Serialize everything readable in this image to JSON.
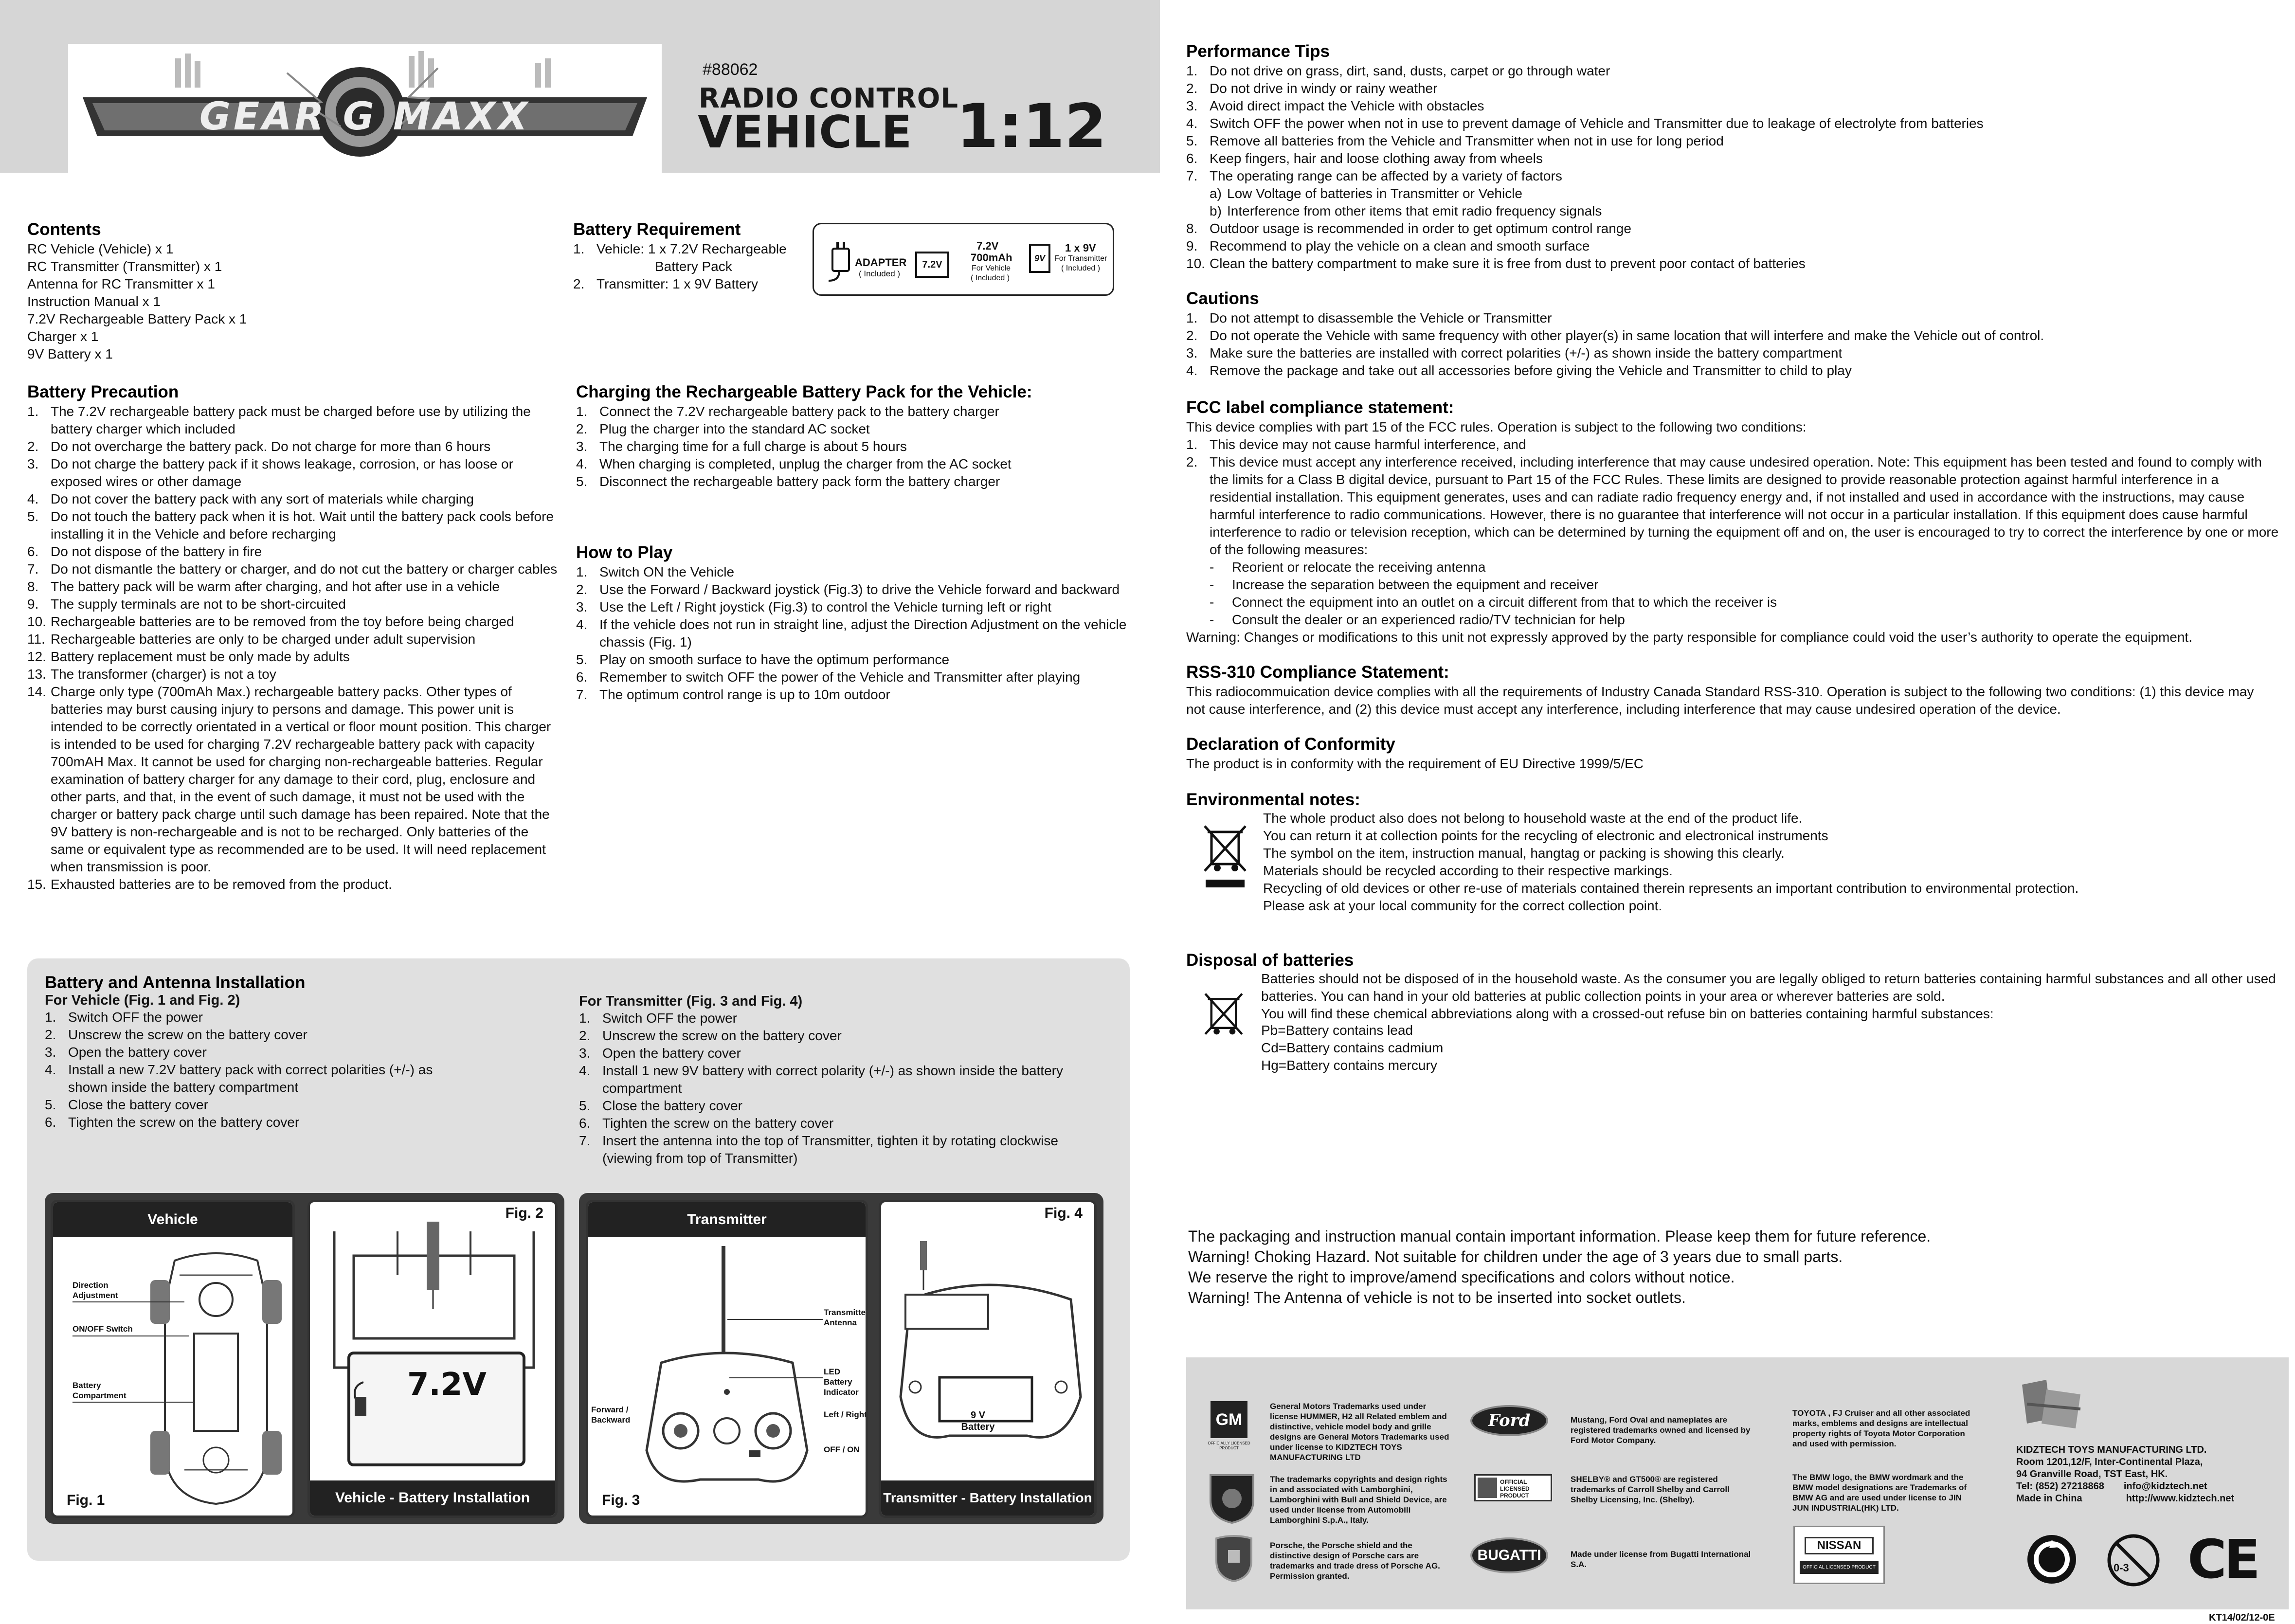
{
  "header": {
    "model_no": "#88062",
    "title_line1": "RADIO CONTROL",
    "title_line2": "VEHICLE",
    "scale": "1:12",
    "logo_text": "GEAR G MAXX"
  },
  "contents": {
    "heading": "Contents",
    "items": [
      "RC Vehicle (Vehicle) x 1",
      "RC Transmitter (Transmitter) x 1",
      "Antenna for RC Transmitter x 1",
      "Instruction Manual x 1",
      "7.2V Rechargeable Battery Pack x 1",
      "Charger x 1",
      "9V Battery x 1"
    ]
  },
  "battery_requirement": {
    "heading": "Battery Requirement",
    "items": [
      {
        "n": "1.",
        "text": "Vehicle: 1 x 7.2V Rechargeable",
        "cont": "Battery Pack"
      },
      {
        "n": "2.",
        "text": "Transmitter: 1 x 9V Battery",
        "cont": ""
      }
    ],
    "adapter_label": "ADAPTER",
    "adapter_note": "( Included )",
    "pack_label": "7.2V",
    "pack_v": "7.2V",
    "pack_mah": "700mAh",
    "pack_for": "For Vehicle",
    "pack_note": "( Included )",
    "nine_label": "9V",
    "nine_qty": "1 x 9V",
    "nine_for": "For Transmitter",
    "nine_note": "( Included )"
  },
  "battery_precaution": {
    "heading": "Battery Precaution",
    "items": [
      {
        "n": "1.",
        "t": "The 7.2V rechargeable battery pack must be charged before use by utilizing the battery charger which included"
      },
      {
        "n": "2.",
        "t": "Do not overcharge the battery pack. Do not charge for more than 6 hours"
      },
      {
        "n": "3.",
        "t": "Do not charge the battery pack if it shows leakage, corrosion, or has loose or exposed wires or other damage"
      },
      {
        "n": "4.",
        "t": "Do not cover the battery pack with any sort of materials while charging"
      },
      {
        "n": "5.",
        "t": "Do not touch the battery pack when it is hot. Wait until the battery pack cools before installing it in the Vehicle and before recharging"
      },
      {
        "n": "6.",
        "t": "Do not dispose of the battery in fire"
      },
      {
        "n": "7.",
        "t": "Do not dismantle the battery or charger, and do not cut the battery or charger cables"
      },
      {
        "n": "8.",
        "t": "The battery pack will be warm after charging, and hot after use in a vehicle"
      },
      {
        "n": "9.",
        "t": "The supply terminals are not to be short-circuited"
      },
      {
        "n": "10.",
        "t": "Rechargeable batteries are to be removed from the toy before being charged"
      },
      {
        "n": "11.",
        "t": "Rechargeable batteries are only to be charged under adult supervision"
      },
      {
        "n": "12.",
        "t": "Battery replacement must be only made by adults"
      },
      {
        "n": "13.",
        "t": "The transformer (charger) is not a toy"
      },
      {
        "n": "14.",
        "t": "Charge only type (700mAh Max.) rechargeable battery packs. Other types of batteries may burst causing injury to persons and damage. This power unit is intended to be correctly orientated in a vertical or floor mount position. This charger is intended to be used for charging 7.2V rechargeable battery pack with capacity 700mAH Max. It cannot be used for charging non-rechargeable batteries. Regular examination of battery charger for any damage to their cord, plug, enclosure and other parts, and that, in the event of such damage, it must not be used with the charger or battery pack charge until such damage has been repaired. Note that the 9V battery is non-rechargeable and is not to be recharged. Only batteries of the same or equivalent type as recommended are to be used. It will need replacement when transmission is poor."
      },
      {
        "n": "15.",
        "t": "Exhausted batteries are to be removed from the product."
      }
    ]
  },
  "charging": {
    "heading": "Charging the Rechargeable Battery Pack for the Vehicle:",
    "items": [
      {
        "n": "1.",
        "t": "Connect the 7.2V rechargeable battery pack to the battery charger"
      },
      {
        "n": "2.",
        "t": "Plug the charger into the standard AC socket"
      },
      {
        "n": "3.",
        "t": "The charging time for a full charge is about 5 hours"
      },
      {
        "n": "4.",
        "t": "When charging is completed, unplug the charger from the AC socket"
      },
      {
        "n": "5.",
        "t": "Disconnect the rechargeable battery pack form the battery charger"
      }
    ]
  },
  "how_to_play": {
    "heading": "How to Play",
    "items": [
      {
        "n": "1.",
        "t": "Switch ON the Vehicle"
      },
      {
        "n": "2.",
        "t": "Use the Forward / Backward joystick (Fig.3) to drive the Vehicle forward and backward"
      },
      {
        "n": "3.",
        "t": "Use the Left / Right joystick (Fig.3) to control the Vehicle turning left or right"
      },
      {
        "n": "4.",
        "t": "If the vehicle does not run in straight line, adjust the Direction Adjustment on the vehicle chassis (Fig. 1)"
      },
      {
        "n": "5.",
        "t": "Play on smooth surface to have the optimum performance"
      },
      {
        "n": "6.",
        "t": "Remember to switch OFF the power of the Vehicle and Transmitter after playing"
      },
      {
        "n": "7.",
        "t": "The optimum control range is up to 10m outdoor"
      }
    ]
  },
  "installation": {
    "heading": "Battery and Antenna Installation",
    "vehicle_heading": "For Vehicle (Fig. 1 and Fig. 2)",
    "vehicle_items": [
      {
        "n": "1.",
        "t": "Switch OFF the power"
      },
      {
        "n": "2.",
        "t": "Unscrew the screw on the battery cover"
      },
      {
        "n": "3.",
        "t": "Open the battery cover"
      },
      {
        "n": "4.",
        "t": "Install a new 7.2V battery pack with correct polarities (+/-) as shown inside the battery compartment"
      },
      {
        "n": "5.",
        "t": "Close the battery cover"
      },
      {
        "n": "6.",
        "t": "Tighten the screw on the battery cover"
      }
    ],
    "transmitter_heading": "For Transmitter (Fig. 3 and Fig. 4)",
    "transmitter_items": [
      {
        "n": "1.",
        "t": "Switch OFF the power"
      },
      {
        "n": "2.",
        "t": "Unscrew the screw on the battery cover"
      },
      {
        "n": "3.",
        "t": "Open the battery cover"
      },
      {
        "n": "4.",
        "t": "Install 1 new 9V battery with correct polarity (+/-) as shown inside the battery compartment"
      },
      {
        "n": "5.",
        "t": "Close the battery cover"
      },
      {
        "n": "6.",
        "t": "Tighten the screw on the battery cover"
      },
      {
        "n": "7.",
        "t": "Insert the antenna into the top of Transmitter, tighten it by rotating clockwise (viewing from top of Transmitter)"
      }
    ]
  },
  "figures": {
    "vehicle_title": "Vehicle",
    "fig1": "Fig. 1",
    "fig1_labels": [
      "Direction Adjustment",
      "ON/OFF Switch",
      "Battery Compartment"
    ],
    "fig2": "Fig. 2",
    "fig2_pack": "7.2V",
    "vehicle_caption": "Vehicle - Battery Installation",
    "transmitter_title": "Transmitter",
    "fig3": "Fig. 3",
    "fig3_labels": {
      "antenna": "Transmitter Antenna",
      "led": "LED Battery Indicator",
      "fwd": "Forward / Backward",
      "lr": "Left / Right",
      "onoff": "OFF / ON"
    },
    "fig4": "Fig. 4",
    "fig4_battery": "9 V Battery",
    "transmitter_caption": "Transmitter - Battery Installation"
  },
  "performance": {
    "heading": "Performance Tips",
    "items": [
      {
        "n": "1.",
        "t": "Do not drive on grass, dirt, sand, dusts, carpet or go through water"
      },
      {
        "n": "2.",
        "t": "Do not drive in windy or rainy weather"
      },
      {
        "n": "3.",
        "t": "Avoid direct impact the Vehicle with obstacles"
      },
      {
        "n": "4.",
        "t": "Switch OFF the power when not in use to prevent damage of Vehicle and Transmitter due to leakage of electrolyte from batteries"
      },
      {
        "n": "5.",
        "t": "Remove all batteries from the Vehicle and Transmitter when not in use for long period"
      },
      {
        "n": "6.",
        "t": "Keep fingers, hair and loose clothing away from wheels"
      },
      {
        "n": "7.",
        "t": "The operating range can be affected by a variety of factors"
      }
    ],
    "subitems": [
      {
        "n": "a)",
        "t": "Low Voltage of batteries in Transmitter or Vehicle"
      },
      {
        "n": "b)",
        "t": "Interference from other items that emit radio frequency signals"
      }
    ],
    "items2": [
      {
        "n": "8.",
        "t": "Outdoor usage is recommended in order to get optimum control range"
      },
      {
        "n": "9.",
        "t": "Recommend to play the vehicle on a clean and smooth surface"
      },
      {
        "n": "10.",
        "t": "Clean the battery compartment to make sure it is free from dust to prevent poor contact of batteries"
      }
    ]
  },
  "cautions": {
    "heading": "Cautions",
    "items": [
      {
        "n": "1.",
        "t": "Do not attempt to disassemble the Vehicle or Transmitter"
      },
      {
        "n": "2.",
        "t": "Do not operate the Vehicle with same frequency with other player(s) in same location that will interfere and make the Vehicle out of control."
      },
      {
        "n": "3.",
        "t": "Make sure the batteries are installed with correct polarities (+/-) as shown inside the battery compartment"
      },
      {
        "n": "4.",
        "t": "Remove the package and take out all accessories before giving the Vehicle and Transmitter to child to play"
      }
    ]
  },
  "fcc": {
    "heading": "FCC label compliance statement:",
    "intro": "This device complies with part 15 of the FCC rules. Operation is subject to the following two conditions:",
    "items": [
      {
        "n": "1.",
        "t": "This device may not cause harmful interference, and"
      },
      {
        "n": "2.",
        "t": "This device must accept any interference received, including interference that may cause undesired operation.  Note: This equipment has been tested and found to comply with the limits for a Class B digital device, pursuant to Part 15 of the FCC Rules.  These limits are designed to provide reasonable protection against harmful interference in a residential installation.  This equipment generates, uses and can radiate radio frequency energy and, if not installed and used in accordance with the instructions, may cause harmful interference to radio communications.  However, there is no guarantee that interference will not occur in a particular installation.  If this equipment does cause harmful interference to radio or television reception, which can be determined by turning the equipment off and on, the user is encouraged to try to correct the interference by one or more of the following measures:"
      }
    ],
    "measures": [
      "Reorient or relocate the receiving antenna",
      "Increase the separation between the equipment and receiver",
      "Connect the equipment into an outlet on a circuit different from that to which the receiver is",
      "Consult the dealer or an experienced radio/TV technician for help"
    ],
    "warning": "Warning: Changes or modifications to this unit not expressly approved by the party responsible for compliance could void the user’s authority to operate the equipment."
  },
  "rss": {
    "heading": "RSS-310 Compliance Statement:",
    "text": "This radiocommuication device complies with all the requirements of Industry Canada Standard RSS-310.  Operation is subject to the following two conditions: (1) this device may not cause interference, and (2) this device must accept any interference, including interference that may cause undesired operation of the device."
  },
  "conformity": {
    "heading": "Declaration of Conformity",
    "text": "The product is in conformity with the requirement of EU Directive 1999/5/EC"
  },
  "environmental": {
    "heading": "Environmental notes:",
    "lines": [
      "The whole product also does not belong to household waste at the end of the product life.",
      "You can return it at collection points for the recycling of electronic and electronical instruments",
      "The symbol on the item, instruction manual, hangtag or packing is showing this clearly.",
      "Materials should be recycled according to their respective markings.",
      "Recycling of old devices or other re-use of materials contained therein represents an important contribution to environmental protection.",
      "Please ask at your local community for the correct collection point."
    ]
  },
  "disposal": {
    "heading": "Disposal of batteries",
    "lines": [
      "Batteries should not be disposed of in the household waste.  As the consumer you are legally obliged to return batteries containing harmful substances and all other used batteries.  You can hand in your old batteries at public collection points in your area or wherever batteries are sold.",
      "You will find these chemical abbreviations along with a crossed-out refuse bin on batteries containing harmful substances:"
    ],
    "pb": "Pb=Battery contains lead",
    "cd": "Cd=Battery contains cadmium",
    "hg": "Hg=Battery contains mercury"
  },
  "notices": [
    "The packaging and instruction manual contain important information. Please keep them for future reference.",
    "Warning! Choking Hazard. Not suitable for children under the age of 3 years due to small parts.",
    "We reserve the right to improve/amend specifications and colors without notice.",
    "Warning! The Antenna of vehicle is not to be inserted into socket outlets."
  ],
  "trademarks": {
    "gm_badge": "GM",
    "gm_sub": "OFFICIALLY LICENSED PRODUCT",
    "gm": "General Motors Trademarks used under license HUMMER, H2 all Related emblem and distinctive, vehicle model body and grille designs are General Motors Trademarks used under license to KIDZTECH TOYS MANUFACTURING LTD",
    "ford_badge": "Ford",
    "ford": "Mustang, Ford Oval and nameplates are registered trademarks owned and licensed by Ford Motor Company.",
    "toyota": "TOYOTA , FJ Cruiser and all other associated marks, emblems and designs are intellectual property rights of Toyota Motor Corporation and used with permission.",
    "lambo": "The trademarks copyrights and design rights in and associated with Lamborghini, Lamborghini with Bull and Shield Device, are used under license from Automobili Lamborghini S.p.A., Italy.",
    "shelby_badge": "OFFICIAL LICENSED PRODUCT",
    "shelby": "SHELBY® and GT500® are registered trademarks of Carroll Shelby and Carroll Shelby Licensing, Inc. (Shelby).",
    "bmw": "The BMW logo, the BMW wordmark and the BMW model designations are Trademarks of BMW AG and are used under license to JIN JUN INDUSTRIAL(HK) LTD.",
    "porsche": "Porsche, the Porsche shield and the distinctive design of Porsche cars are trademarks and trade dress of Porsche  AG. Permission granted.",
    "bugatti_badge": "BUGATTI",
    "bugatti": "Made under license from Bugatti International S.A.",
    "nissan_badge": "NISSAN",
    "nissan_sub": "OFFICIAL LICENSED PRODUCT"
  },
  "company": {
    "name": "KIDZTECH TOYS MANUFACTURING LTD.",
    "addr1": "Room 1201,12/F, Inter-Continental Plaza,",
    "addr2": "94 Granville Road, TST East, HK.",
    "tel": "Tel: (852) 27218868",
    "email": "info@kidztech.net",
    "made": "Made in China",
    "web": "http://www.kidztech.net",
    "age_mark": "0-3"
  },
  "code": "KT14/02/12-0E"
}
